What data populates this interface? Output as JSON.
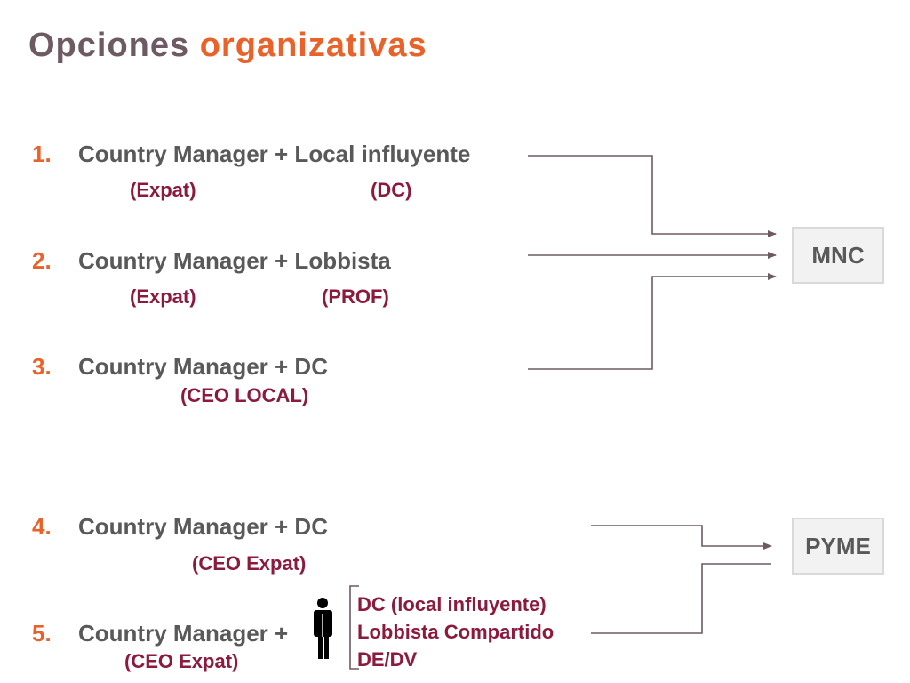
{
  "title": {
    "part1": "Opciones",
    "part2": "organizativas"
  },
  "items": [
    {
      "number": "1.",
      "text": "Country Manager + Local influyente",
      "sub1": "(Expat)",
      "sub2": "(DC)"
    },
    {
      "number": "2.",
      "text": "Country Manager + Lobbista",
      "sub1": "(Expat)",
      "sub2": "(PROF)"
    },
    {
      "number": "3.",
      "text": "Country Manager + DC",
      "sub1": "(CEO LOCAL)"
    },
    {
      "number": "4.",
      "text": "Country Manager + DC",
      "sub1": "(CEO Expat)"
    },
    {
      "number": "5.",
      "text": "Country Manager +",
      "sub1": "(CEO Expat)"
    }
  ],
  "options5": [
    "DC (local influyente)",
    "Lobbista Compartido",
    "DE/DV"
  ],
  "targets": {
    "mnc": "MNC",
    "pyme": "PYME"
  },
  "colors": {
    "accent": "#e8622a",
    "item_text": "#595959",
    "sub_text": "#8b1a3c",
    "line": "#6e5a63"
  },
  "icons": [
    "person-icon"
  ]
}
